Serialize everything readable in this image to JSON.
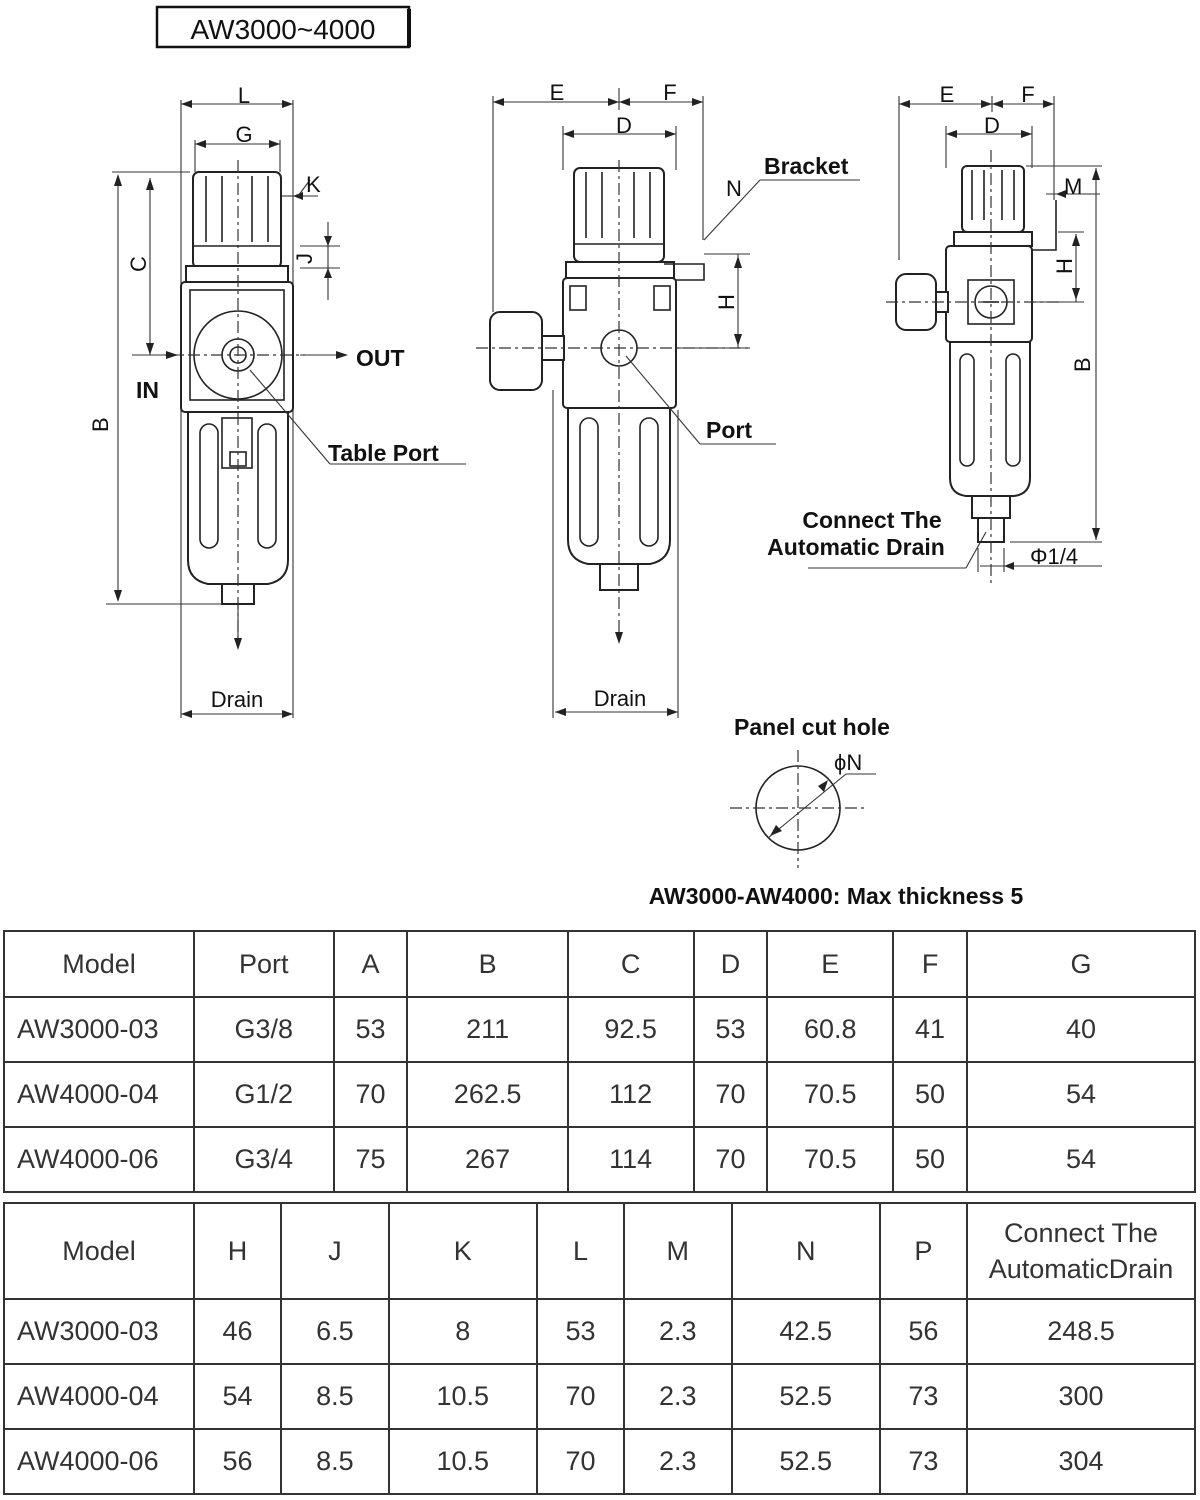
{
  "diagram": {
    "title": "AW3000~4000",
    "left_view": {
      "dims": [
        "L",
        "G",
        "K",
        "C",
        "J",
        "B"
      ],
      "in_label": "IN",
      "out_label": "OUT",
      "table_port_label": "Table Port",
      "drain_label": "Drain"
    },
    "middle_view": {
      "dims": [
        "E",
        "F",
        "D",
        "N",
        "H"
      ],
      "bracket_label": "Bracket",
      "port_label": "Port",
      "drain_label": "Drain"
    },
    "right_view": {
      "dims": [
        "E",
        "F",
        "D",
        "M",
        "H",
        "B"
      ],
      "drain_label_line1": "Connect The",
      "drain_label_line2": "Automatic Drain",
      "thread_label": "Φ1/4"
    },
    "panel": {
      "title": "Panel cut hole",
      "dim": "ϕN",
      "note": "AW3000-AW4000: Max thickness 5"
    }
  },
  "table1": {
    "headers": [
      "Model",
      "Port",
      "A",
      "B",
      "C",
      "D",
      "E",
      "F",
      "G"
    ],
    "rows": [
      [
        "AW3000-03",
        "G3/8",
        "53",
        "211",
        "92.5",
        "53",
        "60.8",
        "41",
        "40"
      ],
      [
        "AW4000-04",
        "G1/2",
        "70",
        "262.5",
        "112",
        "70",
        "70.5",
        "50",
        "54"
      ],
      [
        "AW4000-06",
        "G3/4",
        "75",
        "267",
        "114",
        "70",
        "70.5",
        "50",
        "54"
      ]
    ]
  },
  "table2": {
    "headers": [
      "Model",
      "H",
      "J",
      "K",
      "L",
      "M",
      "N",
      "P"
    ],
    "last_header_line1": "Connect The",
    "last_header_line2": "AutomaticDrain",
    "rows": [
      [
        "AW3000-03",
        "46",
        "6.5",
        "8",
        "53",
        "2.3",
        "42.5",
        "56",
        "248.5"
      ],
      [
        "AW4000-04",
        "54",
        "8.5",
        "10.5",
        "70",
        "2.3",
        "52.5",
        "73",
        "300"
      ],
      [
        "AW4000-06",
        "56",
        "8.5",
        "10.5",
        "70",
        "2.3",
        "52.5",
        "73",
        "304"
      ]
    ]
  }
}
